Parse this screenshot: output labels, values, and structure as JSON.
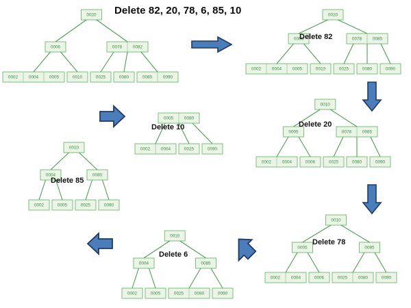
{
  "title": "Delete 82, 20, 78, 6, 85, 10",
  "colors": {
    "node_fill": "#eaf5e6",
    "node_border": "#7ac07a",
    "node_text": "#3f8f46",
    "edge": "#4f9e52",
    "arrow_fill": "#4a7ebb",
    "arrow_border": "#1f3864",
    "title_text": "#0d0d0d"
  },
  "steps": [
    {
      "id": "tree-initial",
      "label": "",
      "root": {
        "keys": [
          "0020"
        ]
      },
      "internals": [
        {
          "keys": [
            "0006"
          ]
        },
        {
          "keys": [
            "0078",
            "0082"
          ]
        }
      ],
      "leaves": [
        {
          "keys": [
            "0002",
            "0004",
            "0005"
          ]
        },
        {
          "keys": [
            "0010"
          ]
        },
        {
          "keys": [
            "0025"
          ]
        },
        {
          "keys": [
            "0080"
          ]
        },
        {
          "keys": [
            "0085",
            "0090"
          ]
        }
      ]
    },
    {
      "id": "tree-delete-82",
      "label": "Delete 82",
      "root": {
        "keys": [
          "0020"
        ]
      },
      "internals": [
        {
          "keys": [
            "0006"
          ]
        },
        {
          "keys": [
            "0078",
            "0085"
          ]
        }
      ],
      "leaves": [
        {
          "keys": [
            "0002",
            "0004",
            "0005"
          ]
        },
        {
          "keys": [
            "0010"
          ]
        },
        {
          "keys": [
            "0025"
          ]
        },
        {
          "keys": [
            "0080"
          ]
        },
        {
          "keys": [
            "0090"
          ]
        }
      ]
    },
    {
      "id": "tree-delete-20",
      "label": "Delete 20",
      "root": {
        "keys": [
          "0010"
        ]
      },
      "internals": [
        {
          "keys": [
            "0005"
          ]
        },
        {
          "keys": [
            "0078",
            "0085"
          ]
        }
      ],
      "leaves": [
        {
          "keys": [
            "0002",
            "0004"
          ]
        },
        {
          "keys": [
            "0006"
          ]
        },
        {
          "keys": [
            "0025"
          ]
        },
        {
          "keys": [
            "0080"
          ]
        },
        {
          "keys": [
            "0090"
          ]
        }
      ]
    },
    {
      "id": "tree-delete-78",
      "label": "Delete 78",
      "root": {
        "keys": [
          "0010"
        ]
      },
      "internals": [
        {
          "keys": [
            "0005"
          ]
        },
        {
          "keys": [
            "0085"
          ]
        }
      ],
      "leaves": [
        {
          "keys": [
            "0002",
            "0004"
          ]
        },
        {
          "keys": [
            "0006"
          ]
        },
        {
          "keys": [
            "0025",
            "0080"
          ]
        },
        {
          "keys": [
            "0090"
          ]
        }
      ]
    },
    {
      "id": "tree-delete-6",
      "label": "Delete 6",
      "root": {
        "keys": [
          "0010"
        ]
      },
      "internals": [
        {
          "keys": [
            "0004"
          ]
        },
        {
          "keys": [
            "0085"
          ]
        }
      ],
      "leaves": [
        {
          "keys": [
            "0002"
          ]
        },
        {
          "keys": [
            "0005"
          ]
        },
        {
          "keys": [
            "0025",
            "0080"
          ]
        },
        {
          "keys": [
            "0090"
          ]
        }
      ]
    },
    {
      "id": "tree-delete-85",
      "label": "Delete 85",
      "root": {
        "keys": [
          "0010"
        ]
      },
      "internals": [
        {
          "keys": [
            "0004"
          ]
        },
        {
          "keys": [
            "0080"
          ]
        }
      ],
      "leaves": [
        {
          "keys": [
            "0002"
          ]
        },
        {
          "keys": [
            "0005"
          ]
        },
        {
          "keys": [
            "0025"
          ]
        },
        {
          "keys": [
            "0090"
          ]
        }
      ]
    },
    {
      "id": "tree-delete-10",
      "label": "Delete 10",
      "root": {
        "keys": [
          "0005",
          "0080"
        ]
      },
      "internals": [],
      "leaves": [
        {
          "keys": [
            "0002",
            "0004"
          ]
        },
        {
          "keys": [
            "0025"
          ]
        },
        {
          "keys": [
            "0090"
          ]
        }
      ]
    }
  ],
  "arrows": [
    {
      "id": "arrow-initial-to-82",
      "direction": "right"
    },
    {
      "id": "arrow-82-to-20",
      "direction": "down"
    },
    {
      "id": "arrow-20-to-78",
      "direction": "down"
    },
    {
      "id": "arrow-78-to-6",
      "direction": "up-left"
    },
    {
      "id": "arrow-6-to-85",
      "direction": "left"
    },
    {
      "id": "arrow-85-to-10",
      "direction": "up-right"
    }
  ]
}
